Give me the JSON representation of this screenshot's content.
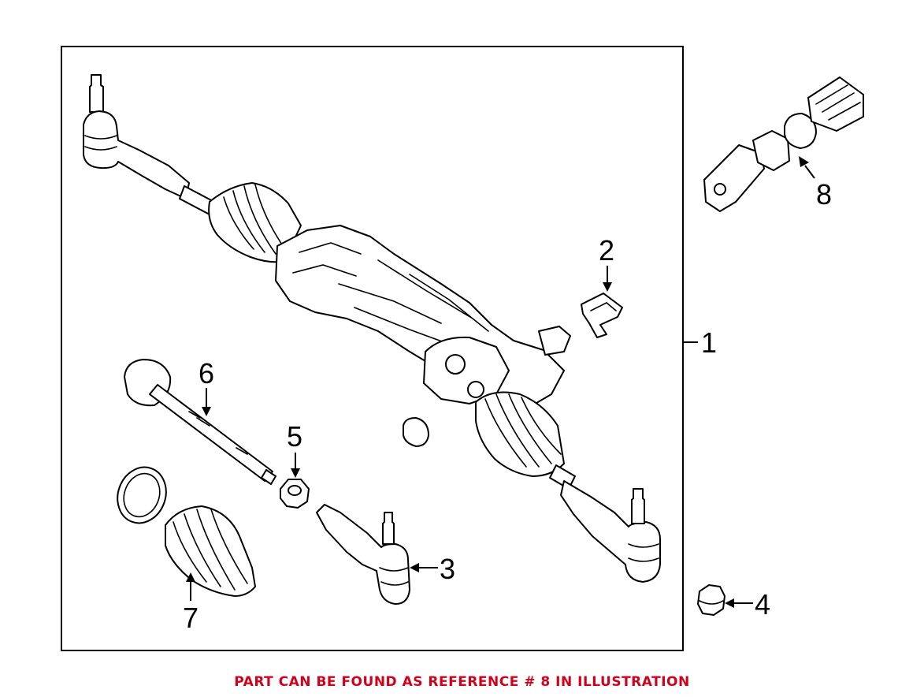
{
  "diagram": {
    "callouts": {
      "c1": "1",
      "c2": "2",
      "c3": "3",
      "c4": "4",
      "c5": "5",
      "c6": "6",
      "c7": "7",
      "c8": "8"
    }
  },
  "footer": {
    "note": "PART CAN BE FOUND AS REFERENCE # 8 IN ILLUSTRATION",
    "color": "#d0021b"
  },
  "colors": {
    "line": "#000000",
    "background": "#ffffff"
  }
}
